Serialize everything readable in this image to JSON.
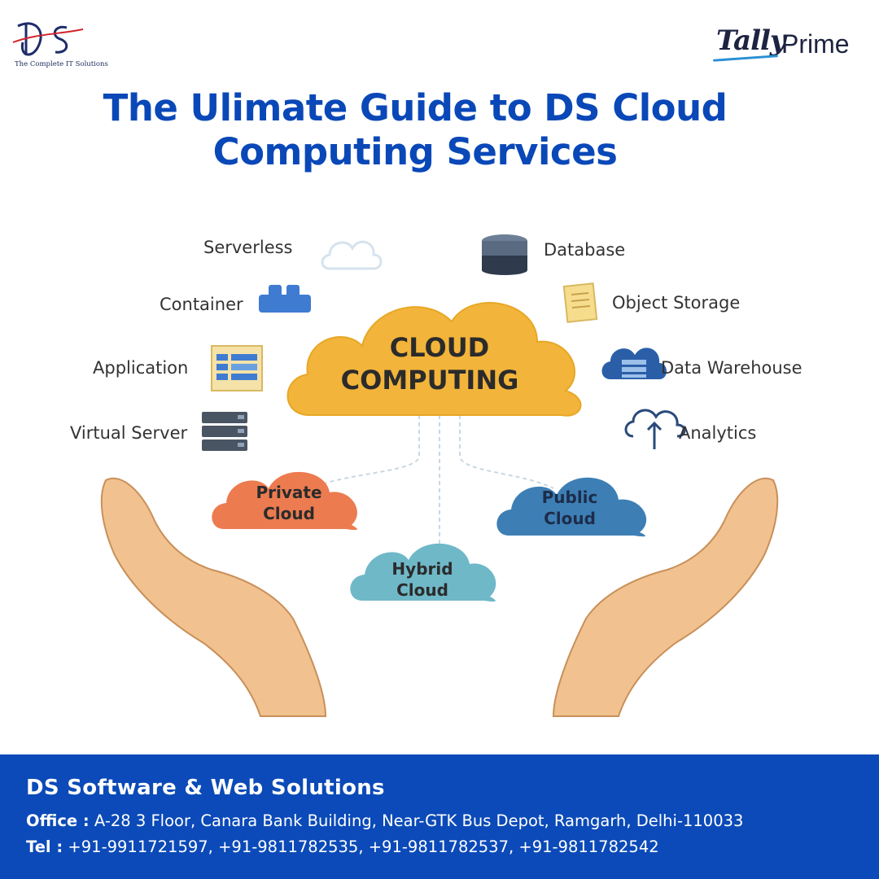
{
  "brand": {
    "logo_tagline": "The Complete IT Solutions",
    "partner_logo_word1": "Tally",
    "partner_logo_word2": "Prime"
  },
  "title": {
    "line1": "The Ulimate Guide to DS Cloud",
    "line2": "Computing Services"
  },
  "diagram": {
    "center": {
      "line1": "CLOUD",
      "line2": "COMPUTING"
    },
    "left_items": [
      {
        "label": "Serverless",
        "icon": "cloud-outline-icon"
      },
      {
        "label": "Container",
        "icon": "container-icon"
      },
      {
        "label": "Application",
        "icon": "application-table-icon"
      },
      {
        "label": "Virtual Server",
        "icon": "server-icon"
      }
    ],
    "right_items": [
      {
        "label": "Database",
        "icon": "database-icon"
      },
      {
        "label": "Object Storage",
        "icon": "document-icon"
      },
      {
        "label": "Data Warehouse",
        "icon": "data-warehouse-cloud-icon"
      },
      {
        "label": "Analytics",
        "icon": "cloud-upload-icon"
      }
    ],
    "clouds": [
      {
        "line1": "Private",
        "line2": "Cloud",
        "color": "#ec7b50"
      },
      {
        "line1": "Hybrid",
        "line2": "Cloud",
        "color": "#6fb8c8"
      },
      {
        "line1": "Public",
        "line2": "Cloud",
        "color": "#3d7fb5"
      }
    ],
    "colors": {
      "center_cloud": "#f2b43a",
      "hands": "#f1c28f"
    }
  },
  "footer": {
    "company": "DS Software & Web Solutions",
    "office_label": "Office :",
    "office_value": "A-28 3 Floor, Canara Bank Building, Near-GTK Bus Depot, Ramgarh, Delhi-110033",
    "tel_label": "Tel :",
    "tel_value": "+91-9911721597, +91-9811782535, +91-9811782537, +91-9811782542",
    "background": "#0b4ab8"
  }
}
